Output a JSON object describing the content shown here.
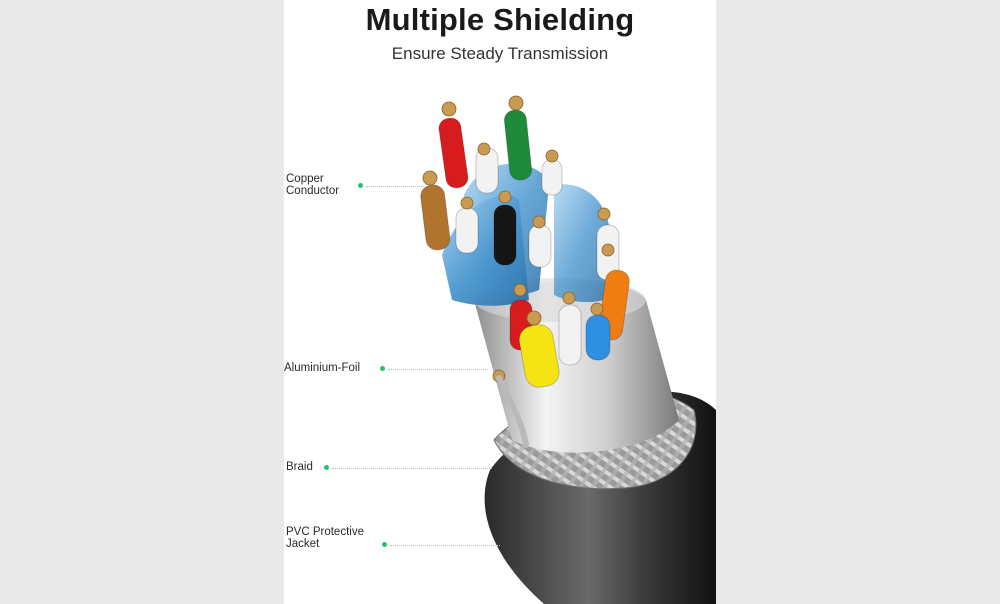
{
  "heading": {
    "title": "Multiple Shielding",
    "subtitle": "Ensure Steady Transmission"
  },
  "callouts": {
    "copper_conductor": [
      "Copper",
      "Conductor"
    ],
    "aluminium_foil": "Aluminium-Foil",
    "braid": "Braid",
    "pvc_jacket": [
      "PVC Protective",
      "Jacket"
    ]
  },
  "colors": {
    "accent_dot": "#27c26a",
    "wire_colors": [
      "#d61c1c",
      "#1f8a3a",
      "#f2f2f2",
      "#b0742f",
      "#f2f2f2",
      "#151515",
      "#f2f2f2",
      "#f2f2f2",
      "#ef7d12",
      "#d61c1c",
      "#f5e313",
      "#f2f2f2",
      "#2f8fe0"
    ]
  },
  "icons": [
    "cable-illustration"
  ]
}
